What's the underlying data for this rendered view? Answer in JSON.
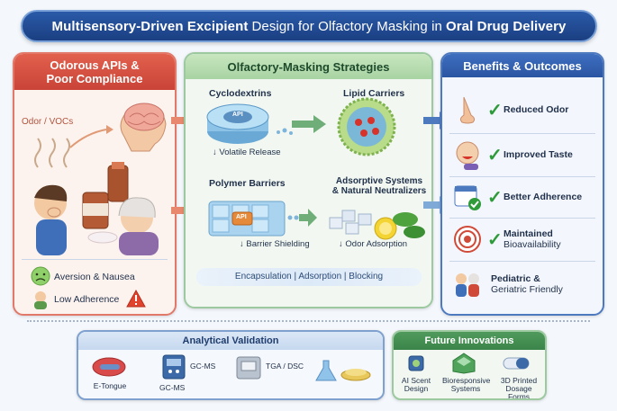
{
  "title": {
    "part1": "Multisensory-Driven Excipient",
    "part2": "Design for Olfactory Masking in",
    "part3": "Oral Drug Delivery"
  },
  "left_panel": {
    "heading_line1": "Odorous APIs &",
    "heading_line2": "Poor Compliance",
    "odor_label": "Odor / VOCs",
    "aversion_label": "Aversion & Nausea",
    "adherence_label": "Low Adherence"
  },
  "middle_panel": {
    "heading": "Olfactory-Masking Strategies",
    "cyclodextrins": {
      "title": "Cyclodextrins",
      "api": "API",
      "caption": "Volatile Release"
    },
    "lipid_carriers": {
      "title": "Lipid Carriers"
    },
    "polymer_barriers": {
      "title": "Polymer Barriers",
      "api": "API",
      "caption": "Barrier Shielding"
    },
    "adsorptive": {
      "title_line1": "Adsorptive Systems",
      "title_line2": "& Natural Neutralizers",
      "caption": "Odor Adsorption"
    },
    "strip": "Encapsulation | Adsorption | Blocking"
  },
  "right_panel": {
    "heading": "Benefits & Outcomes",
    "items": [
      {
        "line1": "Reduced Odor",
        "line2": ""
      },
      {
        "line1": "Improved Taste",
        "line2": ""
      },
      {
        "line1": "Better Adherence",
        "line2": ""
      },
      {
        "line1": "Maintained",
        "line2": "Bioavailability"
      },
      {
        "line1": "Pediatric &",
        "line2": "Geriatric Friendly"
      }
    ]
  },
  "analytical": {
    "heading": "Analytical Validation",
    "etongue": "E-Tongue",
    "gcms_1": "GC-MS",
    "gcms_2": "GC-MS",
    "tga": "TGA / DSC"
  },
  "future": {
    "heading": "Future Innovations",
    "ai_line1": "AI Scent",
    "ai_line2": "Design",
    "bio_line1": "Bioresponsive",
    "bio_line2": "Systems",
    "print_line1": "3D Printed",
    "print_line2": "Dosage Forms"
  },
  "colors": {
    "title_bg": "#1b3f82",
    "left_accent": "#c94437",
    "mid_accent": "#a8d3a2",
    "right_accent": "#2a55a2",
    "check": "#2f9a3a"
  }
}
